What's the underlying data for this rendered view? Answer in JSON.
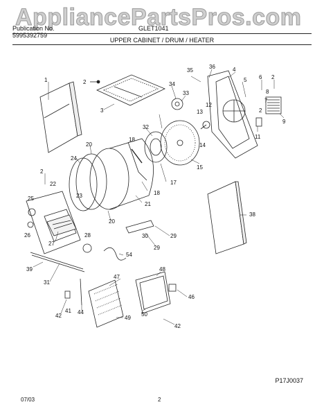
{
  "watermark": "AppliancePartsPros.com",
  "header": {
    "publication_label": "Publication No.",
    "publication_no": "5995392759",
    "model": "GLET1041",
    "section_title": "UPPER CABINET / DRUM / HEATER"
  },
  "figure_code": "P17J0037",
  "footer": {
    "date": "07/03",
    "page": "2"
  },
  "callouts": [
    "1",
    "2",
    "3",
    "4",
    "5",
    "6",
    "2",
    "7",
    "2",
    "8",
    "9",
    "11",
    "12",
    "13",
    "14",
    "15",
    "17",
    "18",
    "18",
    "20",
    "20",
    "21",
    "22",
    "23",
    "24",
    "25",
    "26",
    "27",
    "28",
    "29",
    "29",
    "30",
    "31",
    "32",
    "33",
    "34",
    "35",
    "36",
    "38",
    "39",
    "41",
    "42",
    "42",
    "44",
    "46",
    "47",
    "48",
    "49",
    "50",
    "54",
    "2"
  ]
}
